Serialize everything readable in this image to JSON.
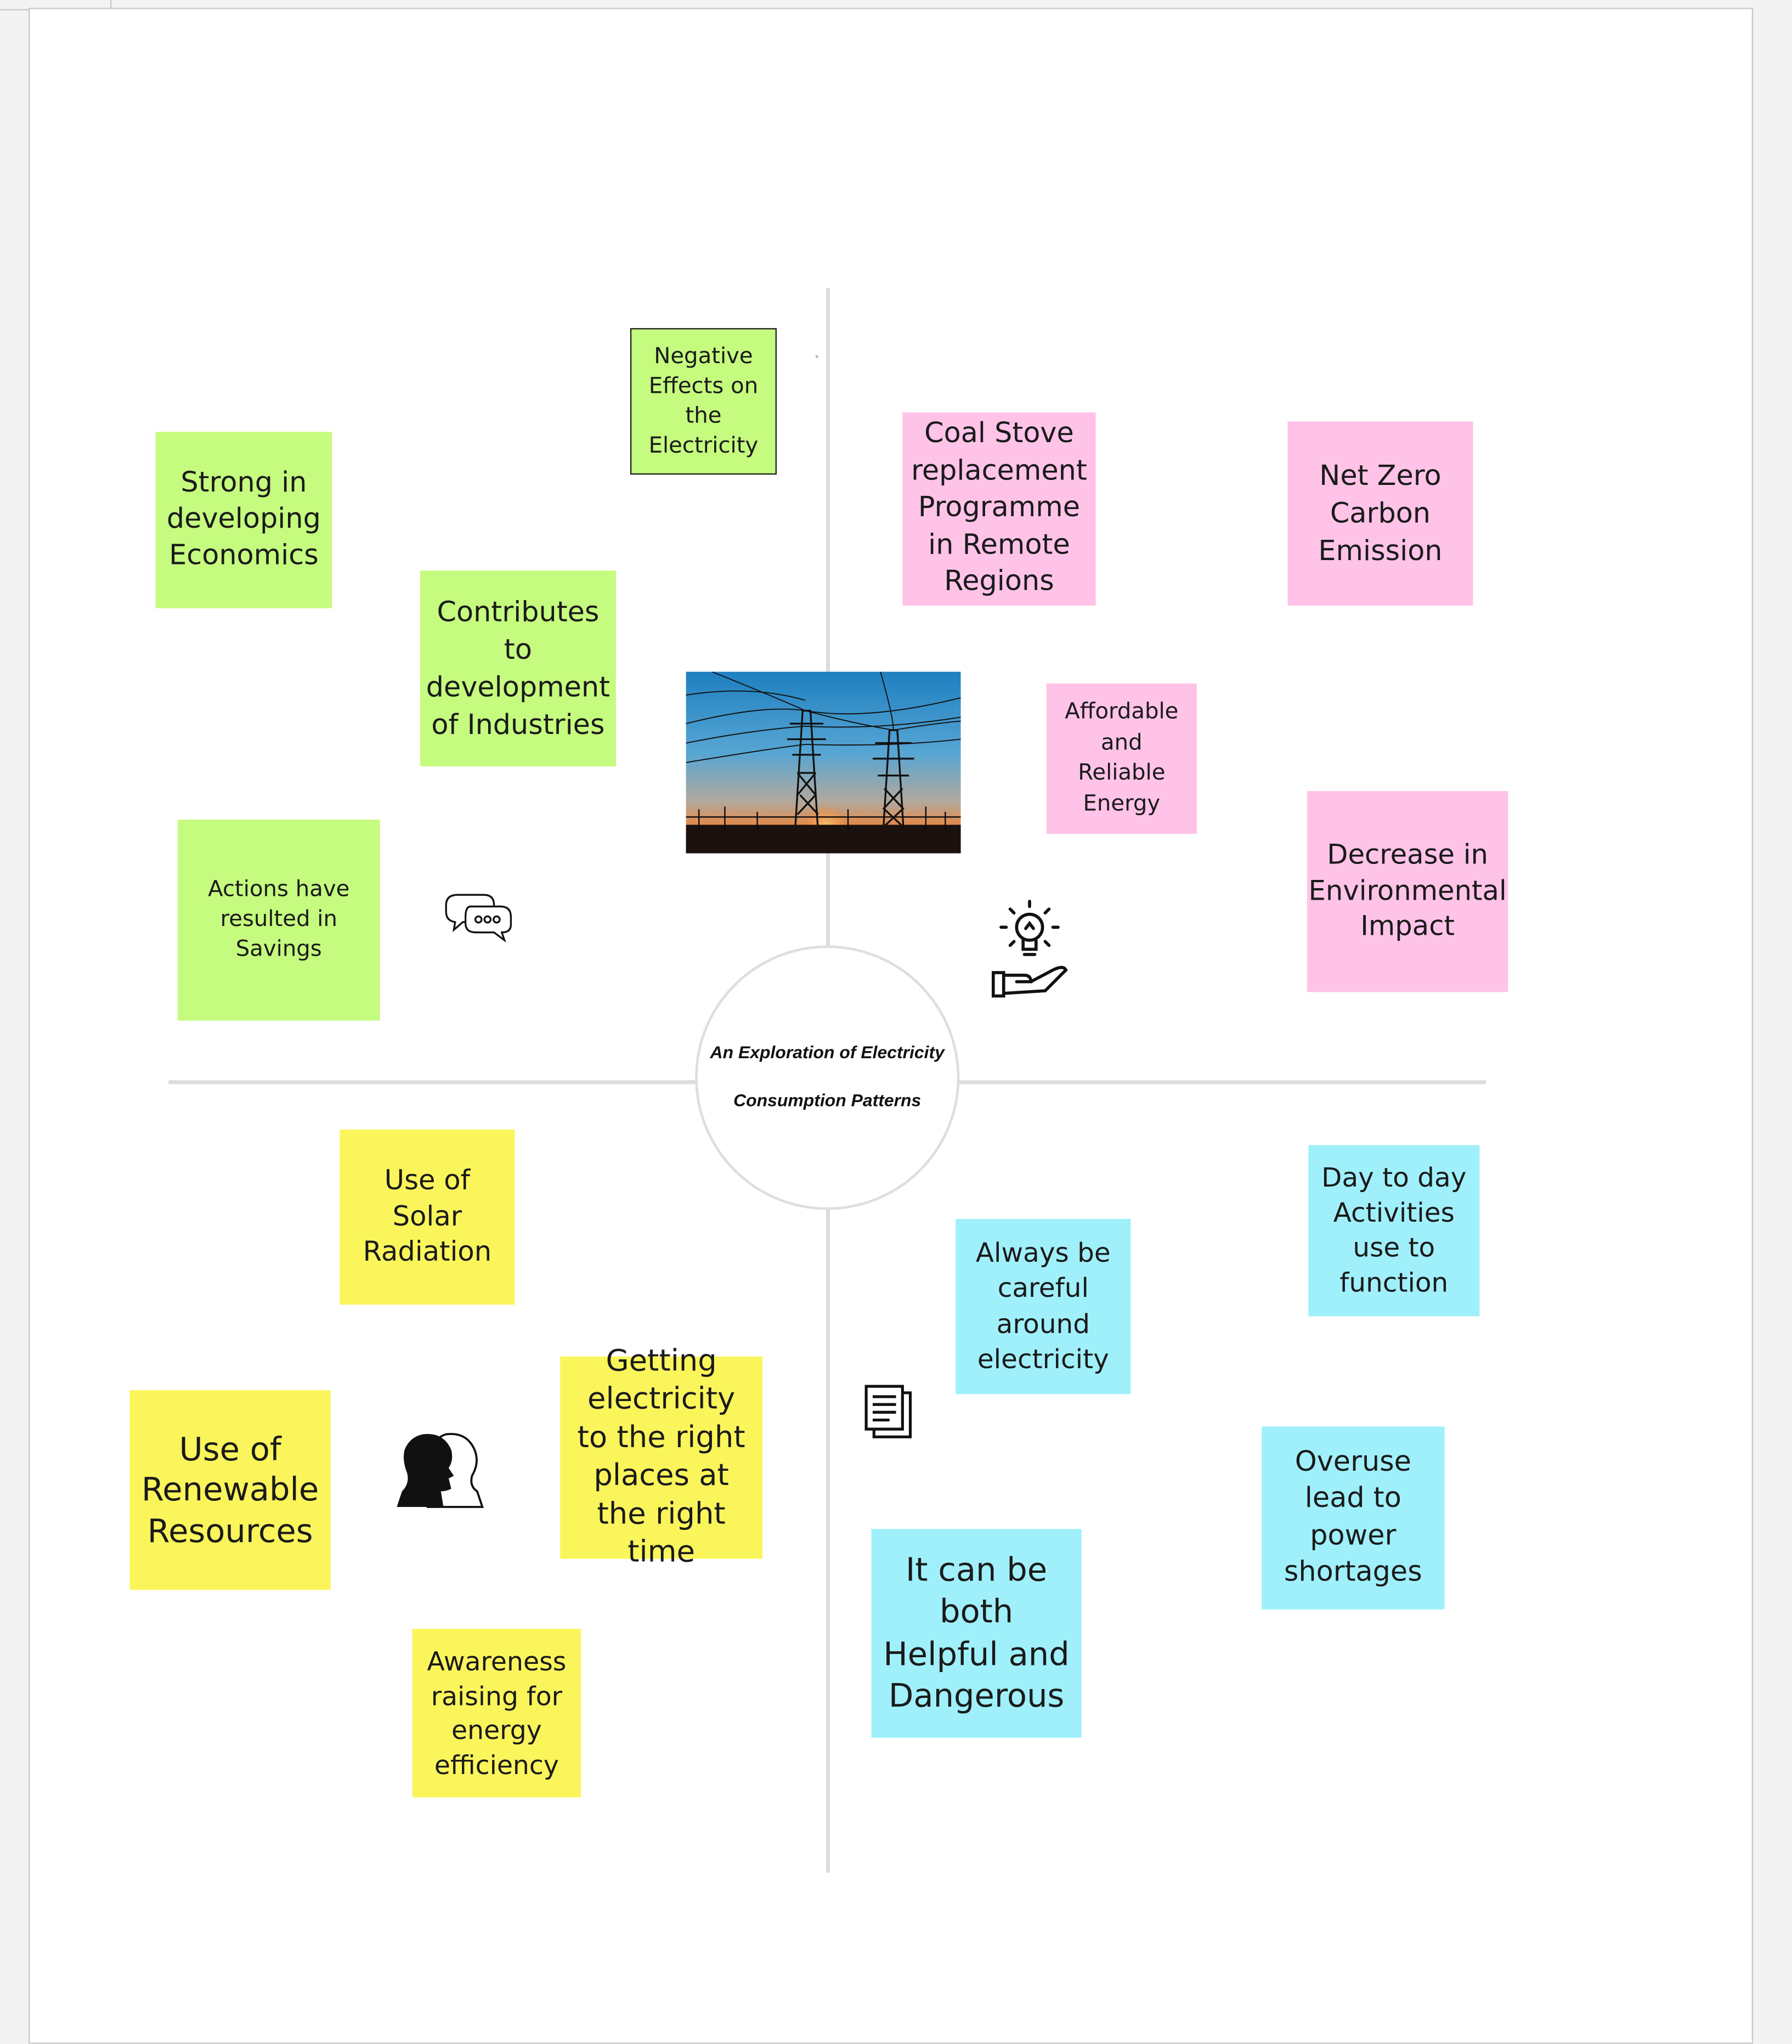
{
  "center": {
    "title_line1": "An Exploration of Electricity",
    "title_line2": "Consumption Patterns"
  },
  "notes": {
    "green": {
      "negative_effects": "Negative Effects on the Electricity",
      "strong_economics": "Strong in developing Economics",
      "contributes_industries": "Contributes to development of Industries",
      "actions_savings": "Actions  have resulted in Savings"
    },
    "pink": {
      "coal_stove": "Coal Stove replacement Programme in Remote Regions",
      "net_zero": "Net Zero Carbon Emission",
      "affordable_energy": "Affordable and Reliable Energy",
      "decrease_impact": "Decrease in Environmental Impact"
    },
    "yellow": {
      "solar_radiation": "Use of Solar Radiation",
      "renewable_resources": "Use of Renewable Resources",
      "right_places": "Getting electricity to the right places at the right time",
      "awareness": "Awareness raising for energy efficiency"
    },
    "blue": {
      "day_to_day": "Day to day Activities use to function",
      "careful": "Always be careful around electricity",
      "overuse": "Overuse lead to power shortages",
      "helpful_dangerous": "It can be both Helpful and Dangerous"
    }
  },
  "colors": {
    "green_note": "#c5fb7e",
    "pink_note": "#ffc3e8",
    "yellow_note": "#fbf55c",
    "blue_note": "#9ff0fb"
  },
  "icons": [
    "chat-bubbles-icon",
    "lightbulb-hand-icon",
    "two-heads-icon",
    "documents-icon"
  ]
}
